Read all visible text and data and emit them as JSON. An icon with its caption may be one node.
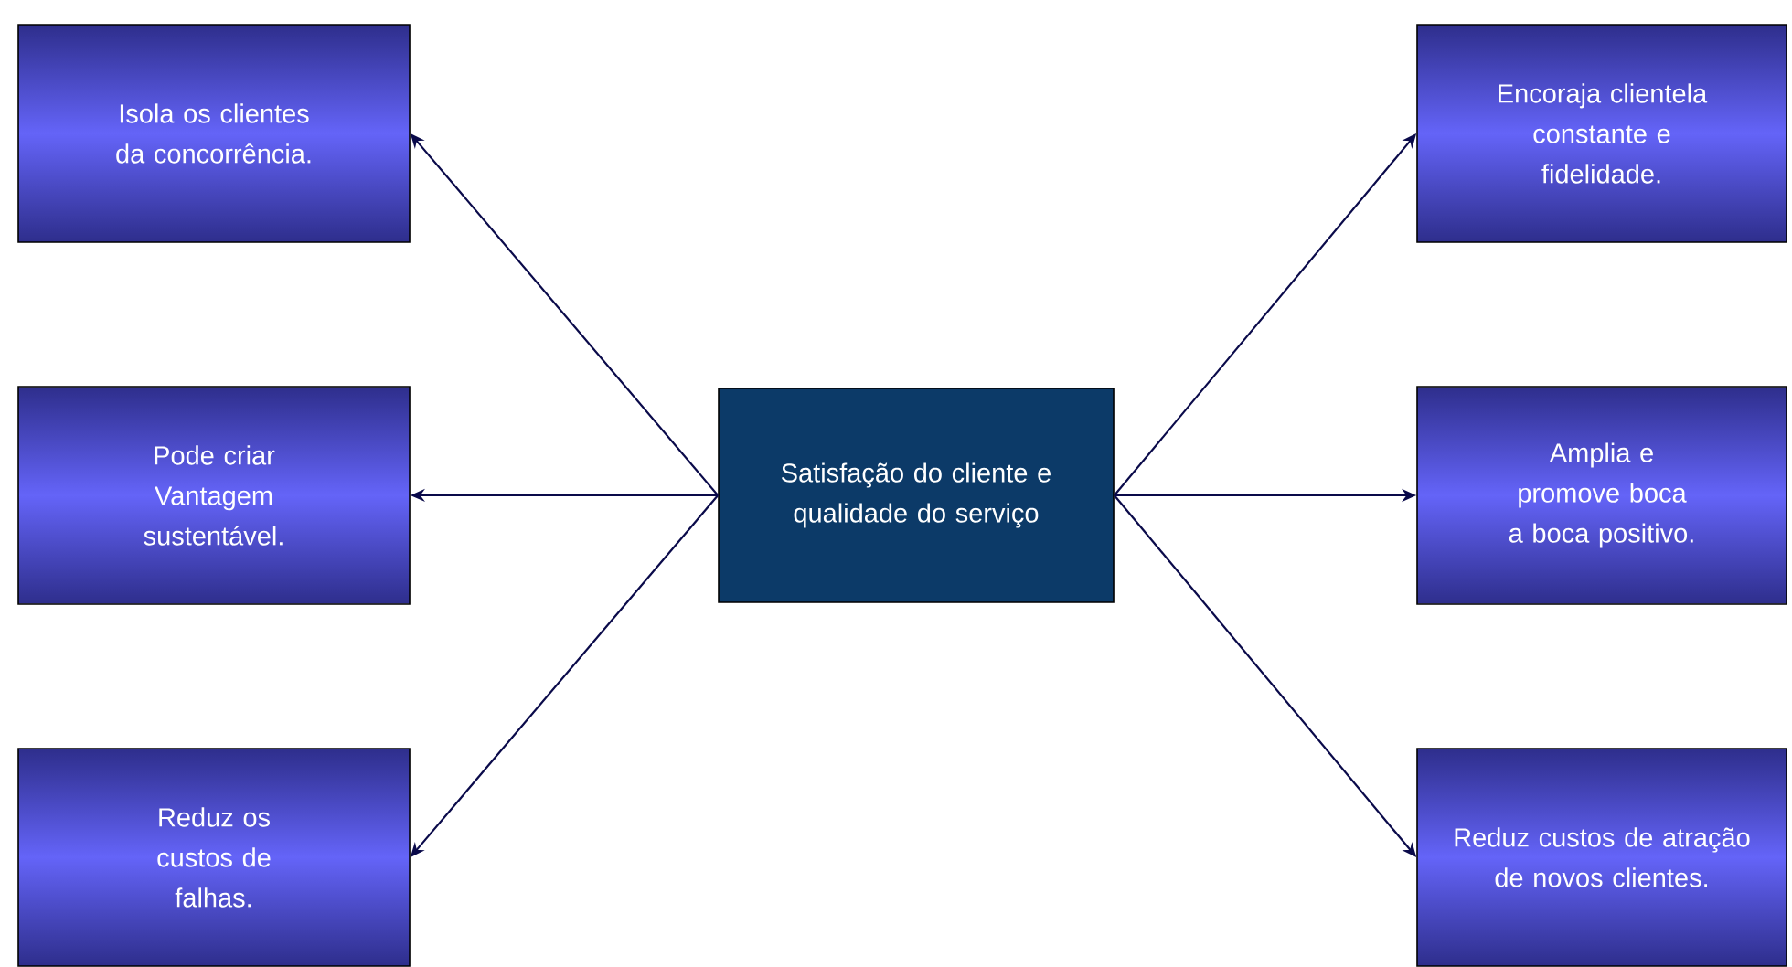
{
  "diagram": {
    "nodes": [
      {
        "text": [
          "Isola os clientes da concorrência."
        ]
      },
      {
        "text": [
          "Encoraja clientela constante e fidelidade."
        ]
      },
      {
        "text": [
          "Pode criar Vantagem sustentável."
        ]
      },
      {
        "text": [
          "Satisfação do cliente e qualidade do serviço"
        ]
      },
      {
        "text": [
          "Amplia e promove boca a boca positivo."
        ]
      },
      {
        "text": [
          "Reduz os custos de falhas."
        ]
      },
      {
        "text": [
          "Reduz custos de atração de novos clientes."
        ]
      }
    ],
    "edges": [
      {
        "from": 3,
        "to": 0,
        "arrow": "to"
      },
      {
        "from": 3,
        "to": 1,
        "arrow": "to"
      },
      {
        "from": 3,
        "to": 2,
        "arrow": "to"
      },
      {
        "from": 3,
        "to": 4,
        "arrow": "to"
      },
      {
        "from": 3,
        "to": 5,
        "arrow": "to"
      },
      {
        "from": 3,
        "to": 6,
        "arrow": "to"
      }
    ]
  }
}
